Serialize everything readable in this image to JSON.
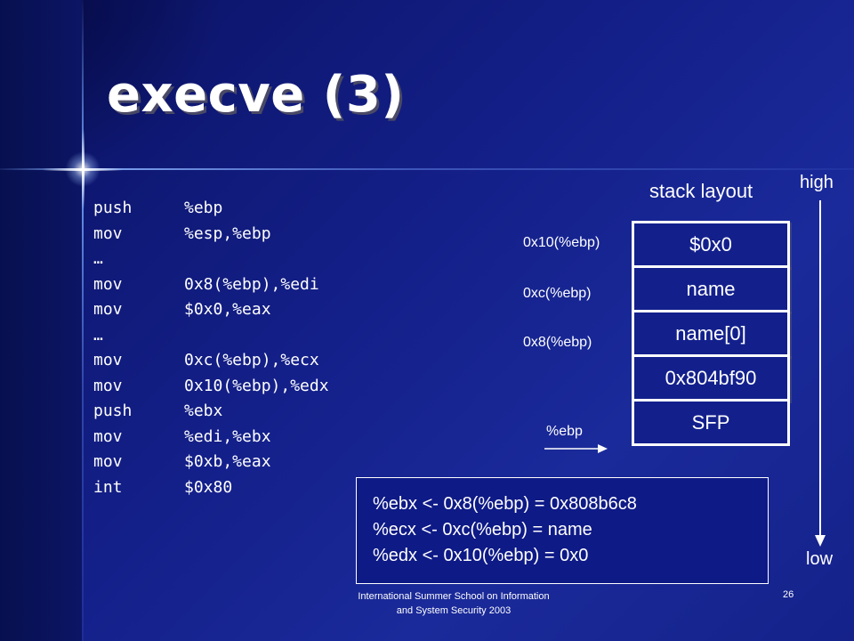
{
  "slide": {
    "title": "execve (3)",
    "code": [
      {
        "op": "push",
        "arg": "%ebp"
      },
      {
        "op": "mov",
        "arg": "%esp,%ebp"
      },
      {
        "op": "…",
        "arg": ""
      },
      {
        "op": "mov",
        "arg": "0x8(%ebp),%edi"
      },
      {
        "op": "mov",
        "arg": "$0x0,%eax"
      },
      {
        "op": "…",
        "arg": ""
      },
      {
        "op": "mov",
        "arg": "0xc(%ebp),%ecx"
      },
      {
        "op": "mov",
        "arg": "0x10(%ebp),%edx"
      },
      {
        "op": "push",
        "arg": "%ebx"
      },
      {
        "op": "mov",
        "arg": "%edi,%ebx"
      },
      {
        "op": "mov",
        "arg": "$0xb,%eax"
      },
      {
        "op": "int",
        "arg": "$0x80"
      }
    ],
    "stack_layout": {
      "title": "stack layout",
      "high": "high",
      "low": "low",
      "offsets": [
        "0x10(%ebp)",
        "0xc(%ebp)",
        "0x8(%ebp)"
      ],
      "cells": [
        "$0x0",
        "name",
        "name[0]",
        "0x804bf90",
        "SFP"
      ],
      "ebp_pointer": "%ebp"
    },
    "result_lines": [
      "%ebx <- 0x8(%ebp) = 0x808b6c8",
      "%ecx <- 0xc(%ebp) = name",
      "%edx <- 0x10(%ebp) = 0x0"
    ],
    "footer": {
      "line1": "International Summer School on Information",
      "line2": "and System Security 2003",
      "page_number": "26"
    }
  }
}
